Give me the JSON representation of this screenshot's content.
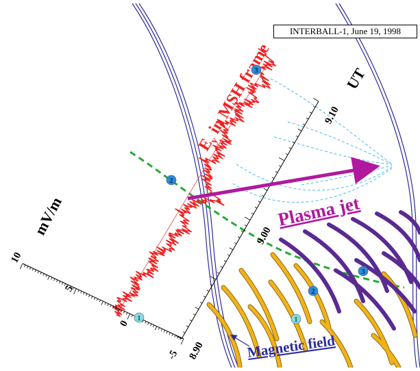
{
  "title": "INTERBALL-1, June 19, 1998",
  "ey_label": {
    "main": "E",
    "sub": "y",
    "rest": " in MSH frame"
  },
  "ut_label": "UT",
  "mvm_label": "mV/m",
  "plasma_jet_label": "Plasma jet",
  "magnetic_field_label": "Magnetic field",
  "time_ticks": [
    "8.90",
    "9.00",
    "9.10"
  ],
  "field_ticks": [
    "-5",
    "0",
    "5",
    "10"
  ],
  "markers": [
    "1",
    "2",
    "3"
  ],
  "colors": {
    "ey_trace": "#ee2222",
    "boundary": "#2a2aa0",
    "jet_arrow": "#b0199e",
    "green_dash": "#22aa33",
    "cyan_dash": "#44bbee",
    "field_line_orange": "#f2b21a",
    "field_line_purple": "#5a2a92",
    "marker_fill": "#88d8e8",
    "marker_fill_dark": "#2a8ed8"
  }
}
